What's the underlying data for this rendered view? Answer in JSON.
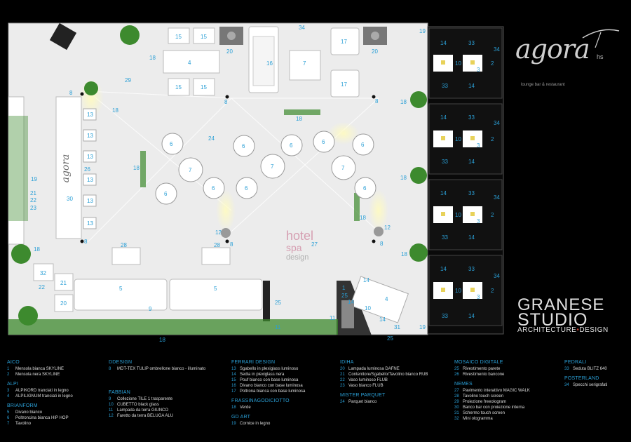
{
  "brand": {
    "logo": "agora",
    "logo_suffix": "hs",
    "tagline": "lounge bar & restaurant"
  },
  "studio": {
    "line1": "GRANESE",
    "line2": "STUDIO",
    "line3a": "ARCHITECTURE",
    "line3b": "DESIGN"
  },
  "plan_watermark": {
    "line1": "hotel",
    "line2": "spa",
    "line3": "design",
    "suffix": "27"
  },
  "bar_logo": "agora",
  "colors": {
    "background": "#000000",
    "floor": "#eeeeee",
    "label": "#2a9fd6",
    "plant": "#3d8a2e",
    "brand_dot": "#c0392b"
  },
  "labels": {
    "n1": "1",
    "n2": "2",
    "n3": "3",
    "n4": "4",
    "n5": "5",
    "n6": "6",
    "n7": "7",
    "n8": "8",
    "n9": "9",
    "n10": "10",
    "n11": "11",
    "n12": "12",
    "n13": "13",
    "n14": "14",
    "n15": "15",
    "n16": "16",
    "n17": "17",
    "n18": "18",
    "n19": "19",
    "n20": "20",
    "n21": "21",
    "n22": "22",
    "n23": "23",
    "n24": "24",
    "n25": "25",
    "n26": "26",
    "n27": "27",
    "n28": "28",
    "n29": "29",
    "n30": "30",
    "n31": "31",
    "n32": "32",
    "n33": "33",
    "n34": "34"
  },
  "legend": [
    {
      "brand": "AICO",
      "items": [
        {
          "n": "1",
          "t": "Mensola bianca SKYLINE"
        },
        {
          "n": "2",
          "t": "Mensola nera SKYLINE"
        }
      ]
    },
    {
      "brand": "ALPI",
      "items": [
        {
          "n": "3",
          "t": "ALPIKORD tranciati in legno"
        },
        {
          "n": "4",
          "t": "ALPILIGNUM tranciati in legno"
        }
      ]
    },
    {
      "brand": "BRIANFORM",
      "items": [
        {
          "n": "5",
          "t": "Divano bianco"
        },
        {
          "n": "6",
          "t": "Poltroncina bianca HIP HOP"
        },
        {
          "n": "7",
          "t": "Tavolino"
        }
      ]
    },
    {
      "brand": "DDESIGN",
      "items": [
        {
          "n": "8",
          "t": "MDT-TEX TULIP ombrellone bianco - illuminato"
        }
      ]
    },
    {
      "brand": "FABBIAN",
      "items": [
        {
          "n": "9",
          "t": "Collezione TILE 1 trasparente"
        },
        {
          "n": "10",
          "t": "CUBETTO black glass"
        },
        {
          "n": "11",
          "t": "Lampada da terra GIUNCO"
        },
        {
          "n": "12",
          "t": "Faretto da terra BELUGA ALU"
        }
      ]
    },
    {
      "brand": "FERRARI DESIGN",
      "items": [
        {
          "n": "13",
          "t": "Sgabello in plexiglass luminoso"
        },
        {
          "n": "14",
          "t": "Sedia in plexiglass nera"
        },
        {
          "n": "15",
          "t": "Pouf bianco con base luminosa"
        },
        {
          "n": "16",
          "t": "Divano bianco con base luminosa"
        },
        {
          "n": "17",
          "t": "Poltrona bianca con base luminosa"
        }
      ]
    },
    {
      "brand": "FRASSINAGODICIOTTO",
      "items": [
        {
          "n": "18",
          "t": "Verde"
        }
      ]
    },
    {
      "brand": "GD ART",
      "items": [
        {
          "n": "19",
          "t": "Cornice in legno"
        }
      ]
    },
    {
      "brand": "IDIHA",
      "items": [
        {
          "n": "20",
          "t": "Lampada luminosa DAFNE"
        },
        {
          "n": "21",
          "t": "Contenitore/Sgabello/Tavolino bianco RUB"
        },
        {
          "n": "22",
          "t": "Vaso luminoso FLUB"
        },
        {
          "n": "23",
          "t": "Vaso bianco FLUB"
        }
      ]
    },
    {
      "brand": "MISTER PARQUET",
      "items": [
        {
          "n": "24",
          "t": "Parquet bianco"
        }
      ]
    },
    {
      "brand": "MOSAICO DIGITALE",
      "items": [
        {
          "n": "25",
          "t": "Rivestimento parete"
        },
        {
          "n": "26",
          "t": "Rivestimento bancone"
        }
      ]
    },
    {
      "brand": "NEMES",
      "items": [
        {
          "n": "27",
          "t": "Pavimento interattivo MAGIC WALK"
        },
        {
          "n": "28",
          "t": "Tavolino touch screen"
        },
        {
          "n": "29",
          "t": "Proiezione freeologram"
        },
        {
          "n": "30",
          "t": "Banco bar con proiezione interna"
        },
        {
          "n": "31",
          "t": "Schermo touch screen"
        },
        {
          "n": "32",
          "t": "Mini ologramma"
        }
      ]
    },
    {
      "brand": "PEDRALI",
      "items": [
        {
          "n": "33",
          "t": "Seduta BLITZ 640"
        }
      ]
    },
    {
      "brand": "POSTERLAND",
      "items": [
        {
          "n": "34",
          "t": "Specchi serigrafati"
        }
      ]
    }
  ]
}
